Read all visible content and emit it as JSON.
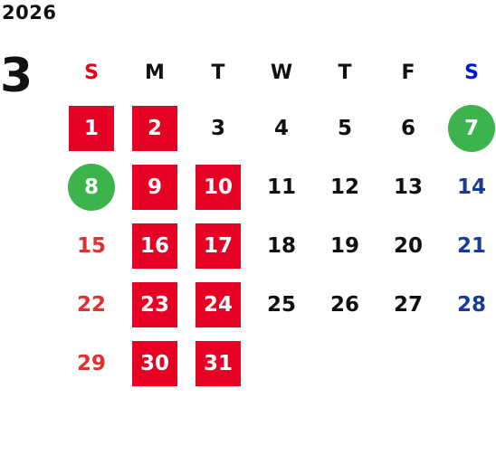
{
  "calendar": {
    "year": "2026",
    "month": "3",
    "weekdays": [
      "S",
      "M",
      "T",
      "W",
      "T",
      "F",
      "S"
    ],
    "weeks": [
      [
        "1",
        "2",
        "3",
        "4",
        "5",
        "6",
        "7"
      ],
      [
        "8",
        "9",
        "10",
        "11",
        "12",
        "13",
        "14"
      ],
      [
        "15",
        "16",
        "17",
        "18",
        "19",
        "20",
        "21"
      ],
      [
        "22",
        "23",
        "24",
        "25",
        "26",
        "27",
        "28"
      ],
      [
        "29",
        "30",
        "31",
        "",
        "",
        "",
        ""
      ]
    ],
    "highlights": {
      "red_days": [
        "1",
        "2",
        "9",
        "10",
        "16",
        "17",
        "23",
        "24",
        "30",
        "31"
      ],
      "green_days": [
        "7",
        "8"
      ]
    },
    "colors": {
      "highlight_red": "#e60024",
      "highlight_green": "#3cb44b",
      "sunday_header": "#e60012",
      "saturday_header": "#0018d6",
      "sunday_text": "#e03030",
      "saturday_text": "#1a3a96",
      "weekday_text": "#111111"
    }
  }
}
